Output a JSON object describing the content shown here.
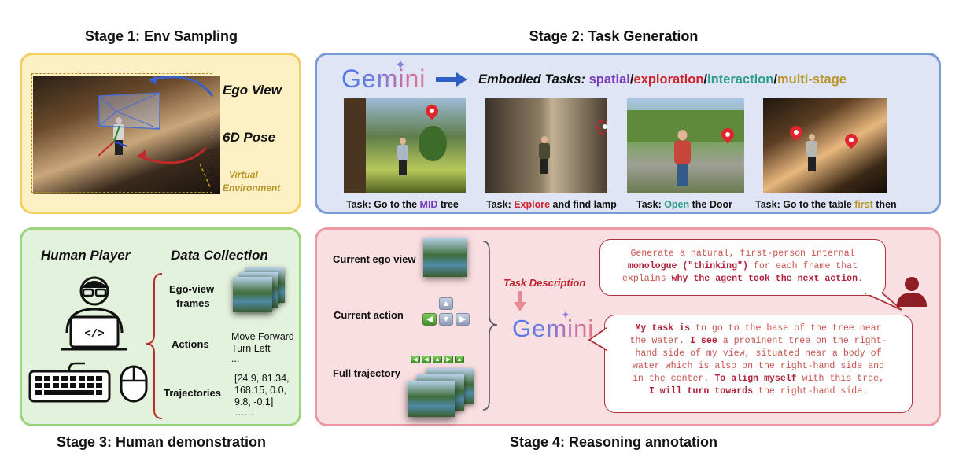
{
  "stages": {
    "s1": "Stage 1: Env Sampling",
    "s2": "Stage 2: Task Generation",
    "s3": "Stage 3: Human demonstration",
    "s4": "Stage 4: Reasoning annotation"
  },
  "env": {
    "ego_view": "Ego View",
    "pose": "6D Pose",
    "virtual_line1": "Virtual",
    "virtual_line2": "Environment"
  },
  "task_gen": {
    "gemini": "Gemini",
    "embodied_prefix": "Embodied Tasks: ",
    "types": [
      {
        "label": "spatial",
        "color": "#7a3db8"
      },
      {
        "label": "exploration",
        "color": "#d0202a"
      },
      {
        "label": "interaction",
        "color": "#2f9a8a"
      },
      {
        "label": "multi-stage",
        "color": "#b8962a"
      }
    ],
    "slash": "/",
    "captions": [
      {
        "pre": "Task: Go to the ",
        "hl": "MID",
        "post": " tree",
        "hl_color": "#7a3db8"
      },
      {
        "pre": "Task: ",
        "hl": "Explore",
        "post": " and find lamp",
        "hl_color": "#d0202a"
      },
      {
        "pre": "Task: ",
        "hl": "Open",
        "post": " the Door",
        "hl_color": "#2f9a8a"
      },
      {
        "pre": "Task: Go to the table ",
        "hl": "first",
        "post": " then",
        "hl_color": "#b8962a"
      }
    ]
  },
  "human": {
    "player": "Human Player",
    "collection": "Data Collection",
    "ego_frames_1": "Ego-view",
    "ego_frames_2": "frames",
    "actions": "Actions",
    "action_values": [
      "Move Forward",
      "Turn Left",
      "..."
    ],
    "trajectories": "Trajectories",
    "traj_values": [
      "[24.9, 81.34,",
      "168.15, 0.0,",
      "9.8, -0.1]",
      "……"
    ]
  },
  "reasoning": {
    "current_ego": "Current ego view",
    "current_action": "Current action",
    "full_traj": "Full trajectory",
    "task_desc": "Task Description",
    "gemini": "Gemini",
    "prompt": {
      "t1": "Generate a natural, first-person internal",
      "b1": "monologue (\"thinking\")",
      "t2": " for each frame that",
      "t3": "explains ",
      "b2": "why the agent took the next action",
      "t4": "."
    },
    "answer": {
      "b1": "My task is",
      "t1": " to go to the base of the tree near",
      "t2": "the water. ",
      "b2": "I see",
      "t3": " a prominent tree on the right-",
      "t4": "hand side of my view, situated near a body of",
      "t5": "water which is also on the right-hand side and",
      "t6": "in the center. ",
      "b3": "To align myself",
      "t7": " with this tree,",
      "b4": "I will turn towards",
      "t8": " the right-hand side."
    }
  },
  "colors": {
    "stage1": "#f3cf62",
    "stage2": "#7b9ad6",
    "stage3": "#9bd37f",
    "stage4": "#eb9aa5",
    "annot_red": "#b0223a"
  }
}
